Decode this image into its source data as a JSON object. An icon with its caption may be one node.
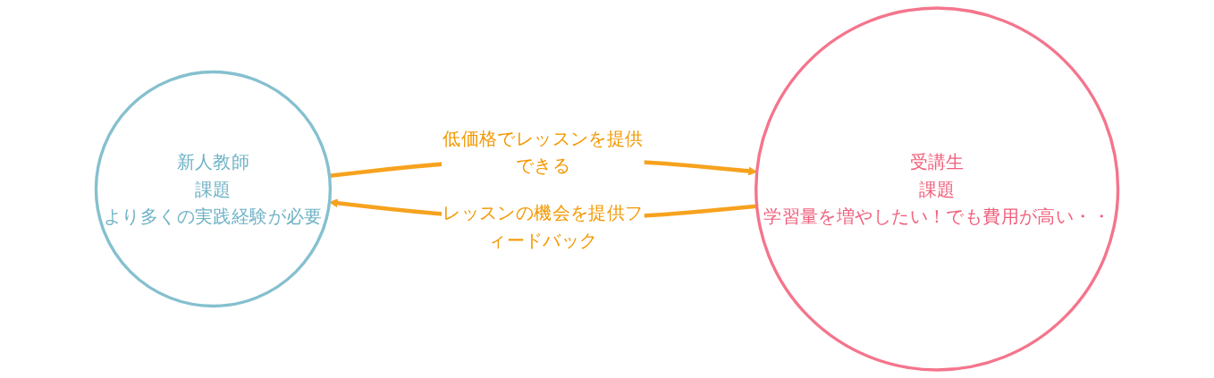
{
  "diagram": {
    "nodes": [
      {
        "text": [
          "新人教師",
          "課題",
          "より多くの実践経験が必要"
        ]
      },
      {
        "text": [
          "受講生",
          "課題",
          "学習量を増やしたい！でも費用が高い・・"
        ]
      }
    ],
    "edges": [
      {
        "from": 1,
        "to": 0,
        "arrow": "to",
        "label": "レッスンの機会を提供フィードバック",
        "color": "#f7a21e"
      },
      {
        "from": 0,
        "to": 1,
        "arrow": "to",
        "label": "低価格でレッスンを提供できる",
        "color": "#f7a21e"
      }
    ]
  }
}
